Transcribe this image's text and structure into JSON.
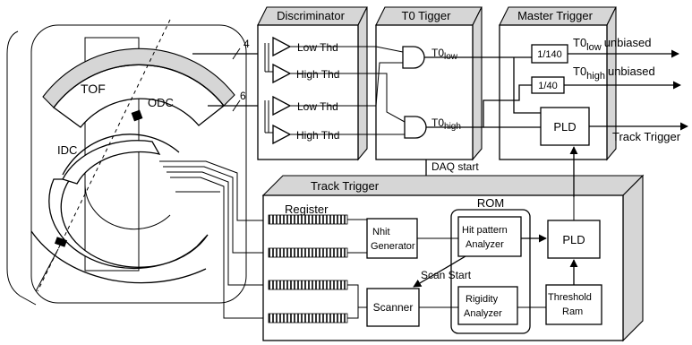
{
  "detector": {
    "tof_label": "TOF",
    "odc_label": "ODC",
    "idc_label": "IDC"
  },
  "discriminator": {
    "title": "Discriminator",
    "bus_low": "4",
    "bus_high": "6",
    "rows": [
      "Low Thd",
      "High Thd",
      "Low Thd",
      "High Thd"
    ]
  },
  "t0_trigger": {
    "title": "T0 Tigger",
    "out_low_base": "T0",
    "out_low_sub": "low",
    "out_high_base": "T0",
    "out_high_sub": "high",
    "daq_start": "DAQ start"
  },
  "master_trigger": {
    "title": "Master Trigger",
    "prescale_low": "1/140",
    "prescale_high": "1/40",
    "pld": "PLD",
    "out_low_base": "T0",
    "out_low_sub": "low",
    "out_low_suffix": "unbiased",
    "out_high_base": "T0",
    "out_high_sub": "high",
    "out_high_suffix": "unbiased",
    "track_trigger_out": "Track Trigger"
  },
  "track_trigger": {
    "title": "Track Trigger",
    "register": "Register",
    "rom": "ROM",
    "nhit_line1": "Nhit",
    "nhit_line2": "Generator",
    "hit_line1": "Hit pattern",
    "hit_line2": "Analyzer",
    "pld": "PLD",
    "scan_start": "Scan Start",
    "scanner": "Scanner",
    "rigidity_line1": "Rigidity",
    "rigidity_line2": "Analyzer",
    "threshold_line1": "Threshold",
    "threshold_line2": "Ram"
  }
}
